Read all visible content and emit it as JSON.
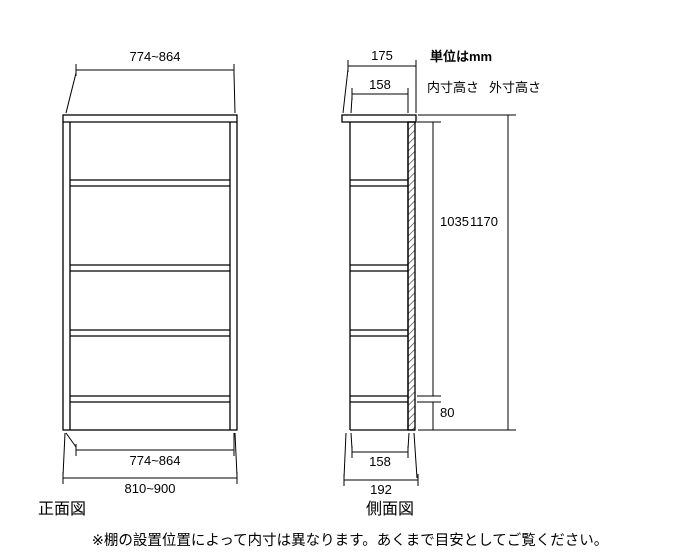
{
  "unit_note": "単位はmm",
  "headers": {
    "inner_height": "内寸高さ",
    "outer_height": "外寸高さ"
  },
  "front_view": {
    "caption": "正面図",
    "top_width": "774~864",
    "inner_width": "774~864",
    "outer_width": "810~900"
  },
  "side_view": {
    "caption": "側面図",
    "top_depth_outer": "175",
    "top_depth_inner": "158",
    "inner_height": "1035",
    "outer_height": "1170",
    "base_height": "80",
    "bottom_depth_inner": "158",
    "bottom_depth_outer": "192"
  },
  "footnote": "※棚の設置位置によって内寸は異なります。あくまで目安としてご覧ください。"
}
